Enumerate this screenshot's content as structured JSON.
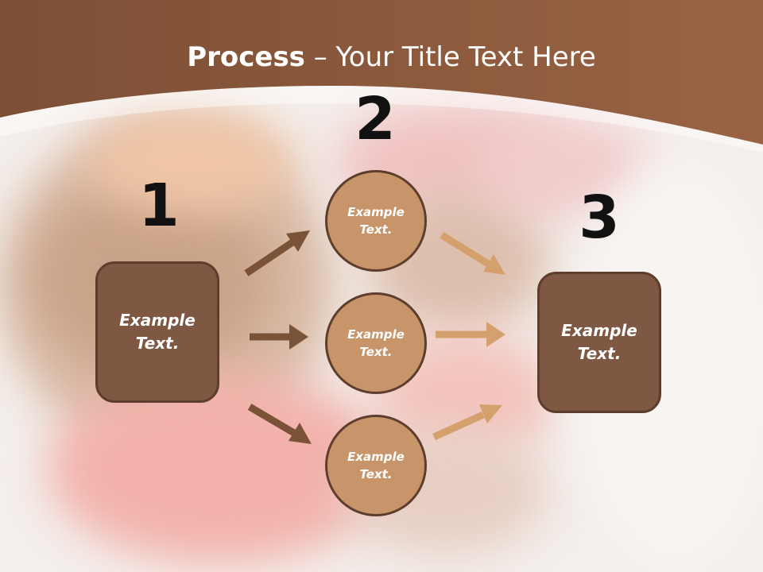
{
  "title": {
    "bold": "Process",
    "rest": " – Your Title Text Here"
  },
  "steps": {
    "one": "1",
    "two": "2",
    "three": "3"
  },
  "left_box": {
    "line1": "Example",
    "line2": "Text."
  },
  "right_box": {
    "line1": "Example",
    "line2": "Text."
  },
  "circles": [
    {
      "line1": "Example",
      "line2": "Text."
    },
    {
      "line1": "Example",
      "line2": "Text."
    },
    {
      "line1": "Example",
      "line2": "Text."
    }
  ],
  "colors": {
    "header_brown": "#8a5a3c",
    "box_fill": "#7e5843",
    "circle_fill": "#c8956a",
    "arrow_dark": "#7a5238",
    "arrow_light": "#d4a06e"
  }
}
